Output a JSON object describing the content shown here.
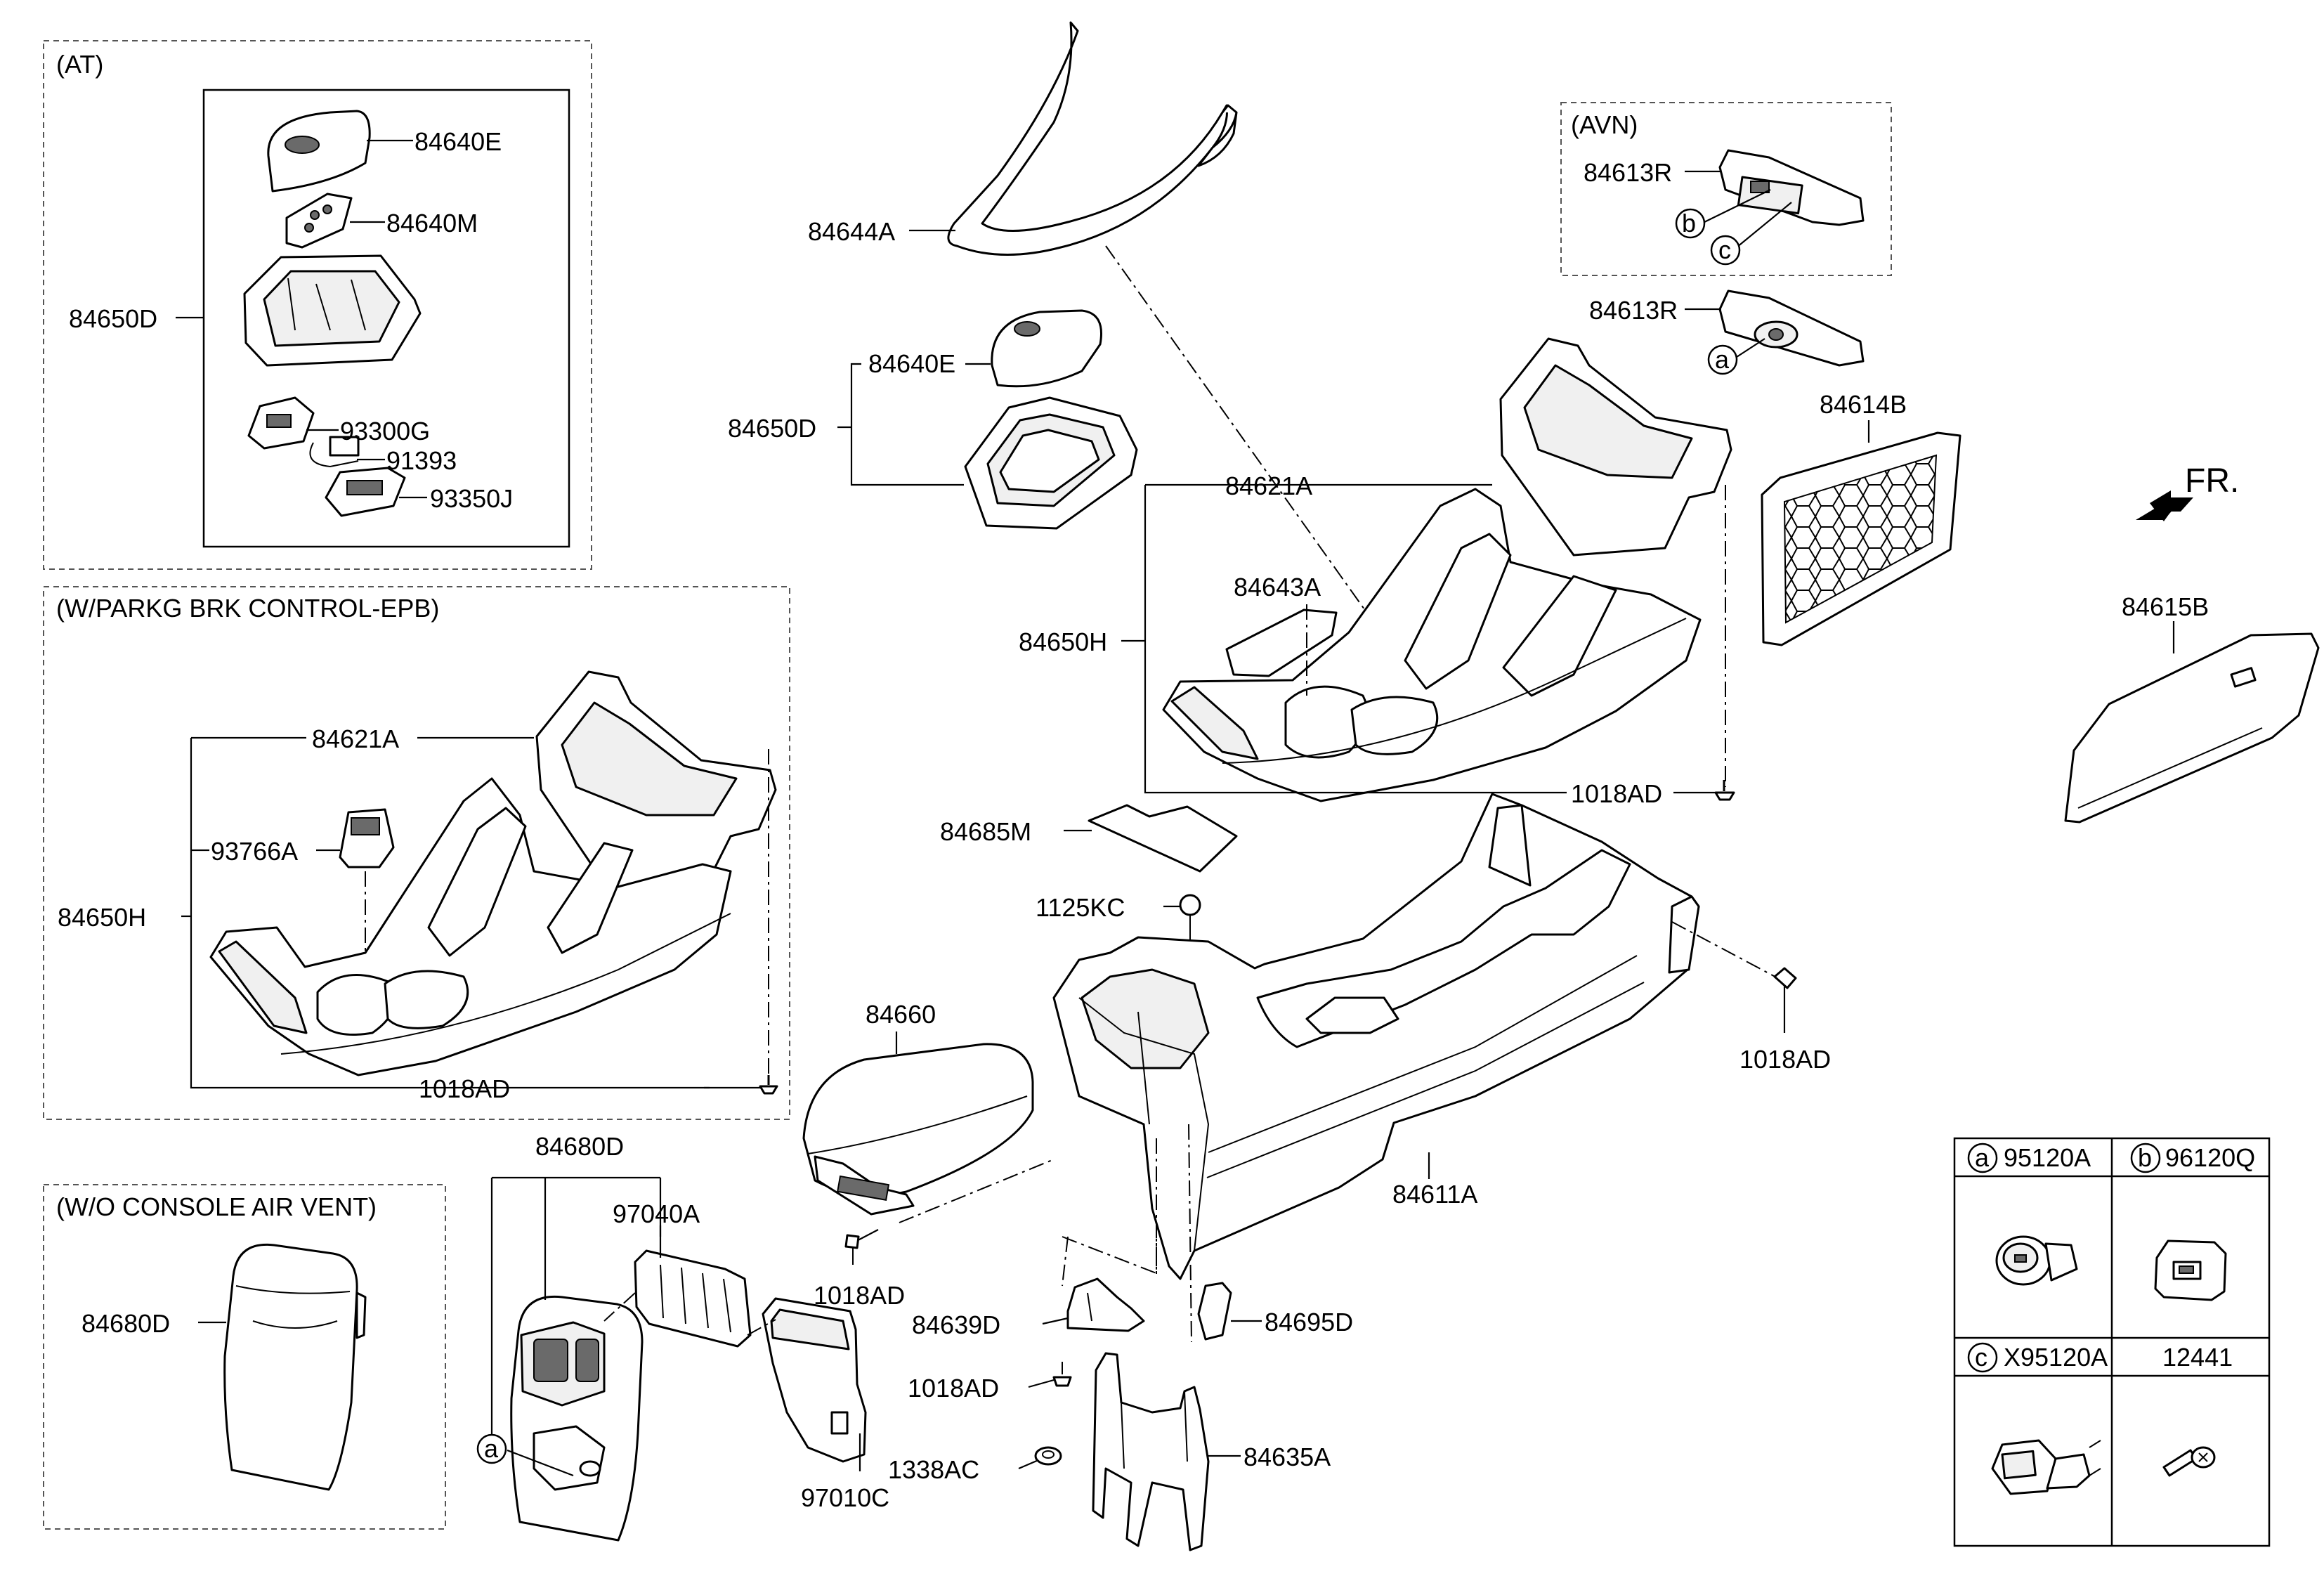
{
  "frames": {
    "at": "(AT)",
    "epb": "(W/PARKG BRK CONTROL-EPB)",
    "avn": "(AVN)",
    "vent": "(W/O CONSOLE AIR VENT)"
  },
  "direction": "FR.",
  "labels": {
    "p84640E_at": "84640E",
    "p84640M": "84640M",
    "p84650D_at": "84650D",
    "p93300G": "93300G",
    "p91393": "91393",
    "p93350J": "93350J",
    "p84644A": "84644A",
    "p84640E": "84640E",
    "p84650D": "84650D",
    "p84621A": "84621A",
    "p84643A": "84643A",
    "p84650H": "84650H",
    "p1018AD_a": "1018AD",
    "p84685M": "84685M",
    "p1125KC": "1125KC",
    "p84613R_avn": "84613R",
    "p84613R": "84613R",
    "p84614B": "84614B",
    "p84615B": "84615B",
    "p1018AD_b": "1018AD",
    "p84621A_epb": "84621A",
    "p93766A": "93766A",
    "p84650H_epb": "84650H",
    "p1018AD_epb": "1018AD",
    "p84660": "84660",
    "p1018AD_c": "1018AD",
    "p84611A": "84611A",
    "p84680D_vent": "84680D",
    "p84680D": "84680D",
    "p97040A": "97040A",
    "p97010C": "97010C",
    "p84639D": "84639D",
    "p1018AD_d": "1018AD",
    "p1338AC": "1338AC",
    "p84695D": "84695D",
    "p84635A": "84635A"
  },
  "callouts": {
    "a": "a",
    "b": "b",
    "c": "c"
  },
  "legend": {
    "a": {
      "letter": "a",
      "part": "95120A"
    },
    "b": {
      "letter": "b",
      "part": "96120Q"
    },
    "c": {
      "letter": "c",
      "part": "X95120A"
    },
    "d": {
      "part": "12441"
    }
  }
}
